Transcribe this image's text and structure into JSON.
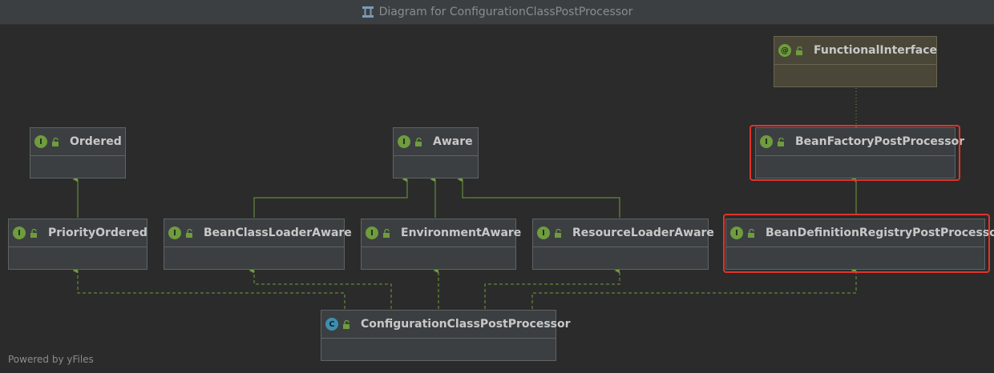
{
  "window": {
    "title": "Diagram for ConfigurationClassPostProcessor",
    "footer": "Powered by yFiles"
  },
  "nodes": {
    "functional_interface": {
      "name": "FunctionalInterface",
      "badge": "@",
      "icon": "annotation-icon"
    },
    "ordered": {
      "name": "Ordered",
      "badge": "I",
      "icon": "interface-icon"
    },
    "aware": {
      "name": "Aware",
      "badge": "I",
      "icon": "interface-icon"
    },
    "bean_factory_post_processor": {
      "name": "BeanFactoryPostProcessor",
      "badge": "I",
      "icon": "interface-icon"
    },
    "priority_ordered": {
      "name": "PriorityOrdered",
      "badge": "I",
      "icon": "interface-icon"
    },
    "bean_class_loader_aware": {
      "name": "BeanClassLoaderAware",
      "badge": "I",
      "icon": "interface-icon"
    },
    "environment_aware": {
      "name": "EnvironmentAware",
      "badge": "I",
      "icon": "interface-icon"
    },
    "resource_loader_aware": {
      "name": "ResourceLoaderAware",
      "badge": "I",
      "icon": "interface-icon"
    },
    "bean_definition_registry_post_processor": {
      "name": "BeanDefinitionRegistryPostProcessor",
      "badge": "I",
      "icon": "interface-icon"
    },
    "configuration_class_post_processor": {
      "name": "ConfigurationClassPostProcessor",
      "badge": "C",
      "icon": "class-icon"
    }
  },
  "colors": {
    "background": "#2b2b2b",
    "node": "#3c3f41",
    "annotation_node": "#4a4738",
    "edge": "#6f9c3f",
    "highlight": "#e0342c",
    "text": "#c8c8c8"
  }
}
